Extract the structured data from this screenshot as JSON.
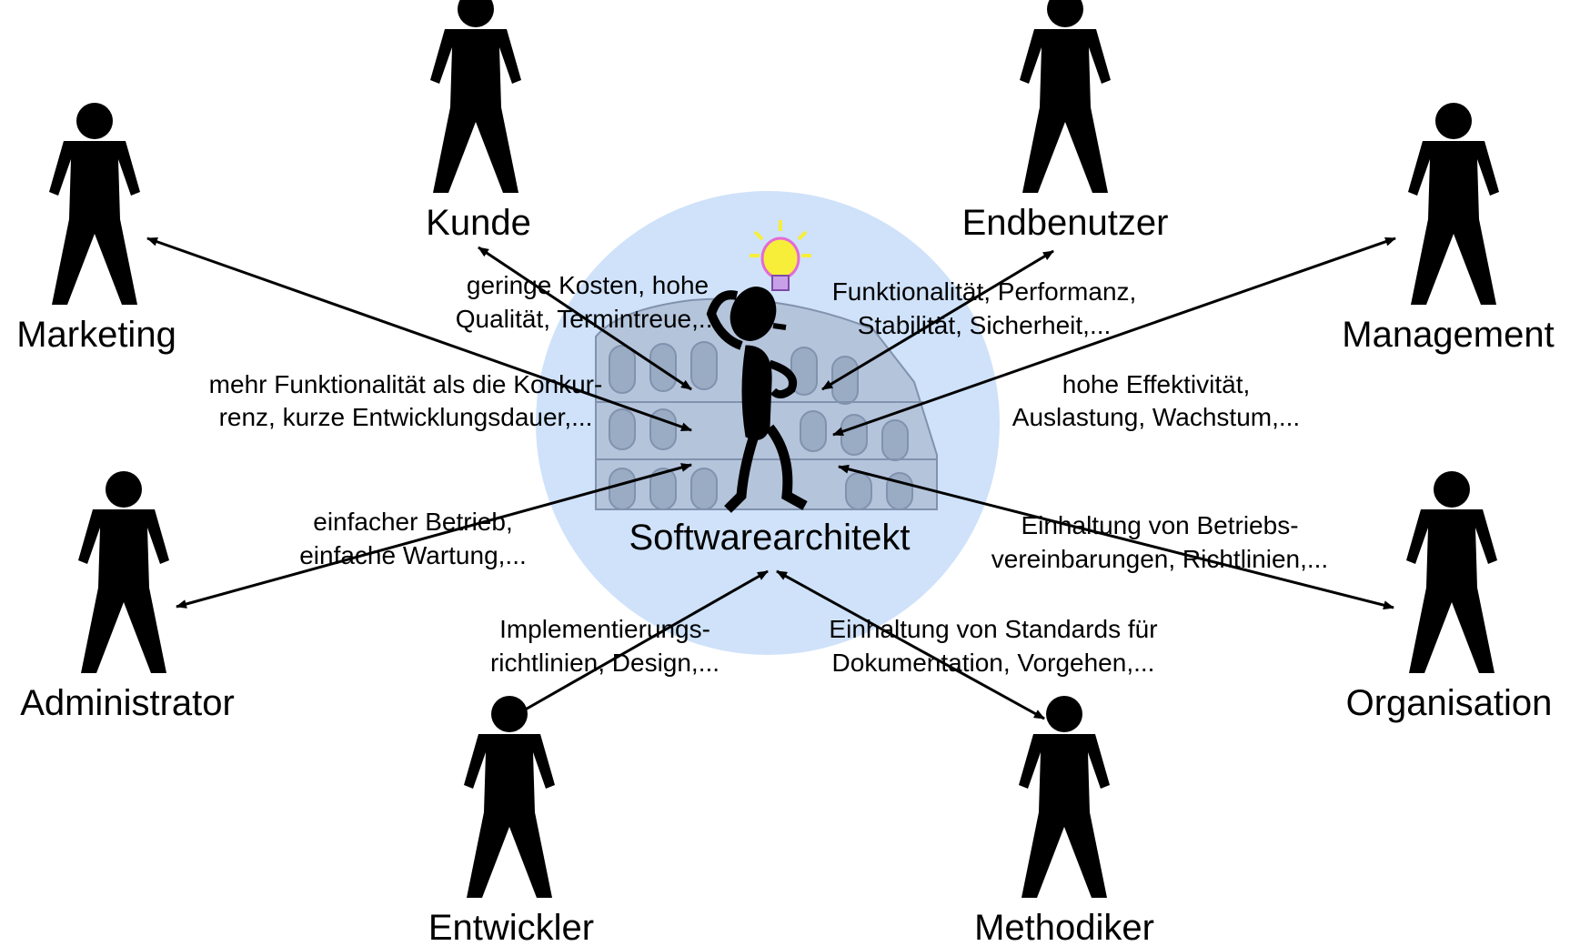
{
  "colors": {
    "background": "#ffffff",
    "ink": "#000000",
    "circle_fill": "#cfe2fa",
    "colosseum": "#9aabc4",
    "bulb": "#f7ee3a"
  },
  "center": {
    "label": "Softwarearchitekt",
    "icons": [
      "thinking-person-icon",
      "light-bulb-icon",
      "colosseum-icon"
    ]
  },
  "stakeholders": [
    {
      "id": "kunde",
      "label": "Kunde",
      "icon": "person-icon"
    },
    {
      "id": "endbenutzer",
      "label": "Endbenutzer",
      "icon": "person-icon"
    },
    {
      "id": "marketing",
      "label": "Marketing",
      "icon": "person-icon"
    },
    {
      "id": "management",
      "label": "Management",
      "icon": "person-icon"
    },
    {
      "id": "administrator",
      "label": "Administrator",
      "icon": "person-icon"
    },
    {
      "id": "organisation",
      "label": "Organisation",
      "icon": "person-icon"
    },
    {
      "id": "entwickler",
      "label": "Entwickler",
      "icon": "person-icon"
    },
    {
      "id": "methodiker",
      "label": "Methodiker",
      "icon": "person-icon"
    }
  ],
  "concerns": {
    "kunde": [
      "geringe Kosten, hohe",
      "Qualität, Termintreue,..."
    ],
    "endbenutzer": [
      "Funktionalität, Performanz,",
      "Stabilität, Sicherheit,..."
    ],
    "marketing": [
      "mehr Funktionalität als die Konkur-",
      "renz, kurze Entwicklungsdauer,..."
    ],
    "management": [
      "hohe Effektivität,",
      "Auslastung, Wachstum,..."
    ],
    "administrator": [
      "einfacher Betrieb,",
      "einfache Wartung,..."
    ],
    "organisation": [
      "Einhaltung von Betriebs-",
      "vereinbarungen, Richtlinien,..."
    ],
    "entwickler": [
      "Implementierungs-",
      "richtlinien, Design,..."
    ],
    "methodiker": [
      "Einhaltung von Standards für",
      "Dokumentation, Vorgehen,..."
    ]
  }
}
